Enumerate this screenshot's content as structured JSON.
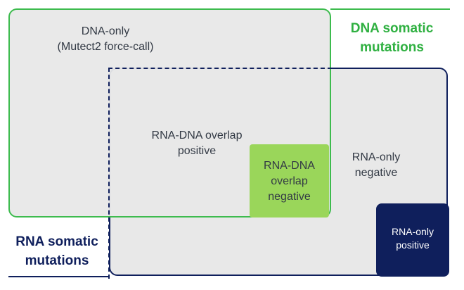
{
  "colors": {
    "dna_green": "#3dbb4e",
    "rna_navy": "#0f1f5c",
    "region_gray": "#e8e8e8",
    "overlap_negative_green": "#9ad65a"
  },
  "titles": {
    "dna": [
      "DNA somatic",
      "mutations"
    ],
    "rna": [
      "RNA somatic",
      "mutations"
    ]
  },
  "regions": {
    "dna_only": [
      "DNA-only",
      "(Mutect2 force-call)"
    ],
    "overlap_positive": [
      "RNA-DNA overlap",
      "positive"
    ],
    "overlap_negative": [
      "RNA-DNA",
      "overlap",
      "negative"
    ],
    "rna_only_negative": [
      "RNA-only",
      "negative"
    ],
    "rna_only_positive": [
      "RNA-only",
      "positive"
    ]
  }
}
